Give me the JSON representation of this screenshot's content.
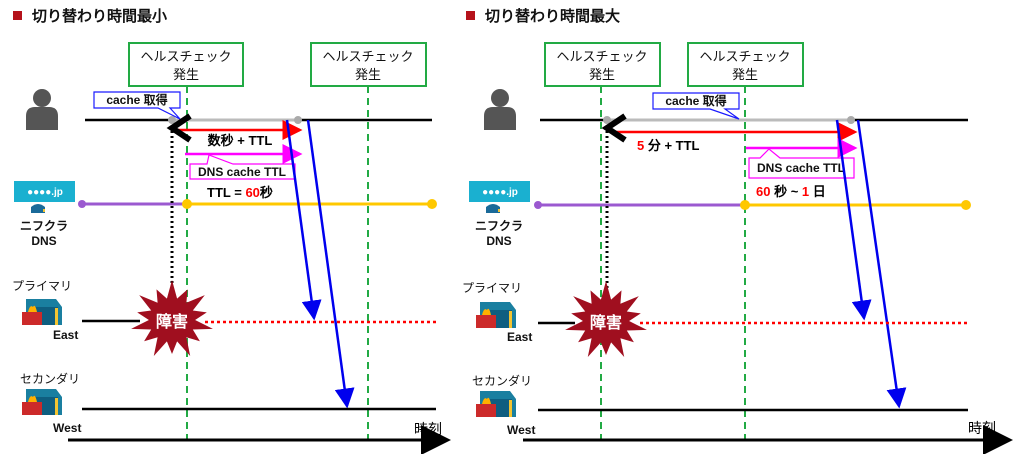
{
  "panels": [
    {
      "title": "切り替わり時間最小",
      "healthcheck": [
        "ヘルスチェック",
        "発生"
      ],
      "cache_callout": "cache 取得",
      "red_arrow_label": {
        "prefix": "",
        "num": "",
        "text": "数秒 + TTL"
      },
      "dns_cache_callout": "DNS cache TTL",
      "ttl_label": {
        "prefix": "TTL = ",
        "num": "60",
        "suffix": "秒"
      },
      "dns_icon_text": "●●●●.jp",
      "dns_label": [
        "ニフクラ",
        "DNS"
      ],
      "primary": "プライマリ",
      "primary_region": "East",
      "failure": "障害",
      "secondary": "セカンダリ",
      "secondary_region": "West",
      "time_axis": "時刻"
    },
    {
      "title": "切り替わり時間最大",
      "healthcheck": [
        "ヘルスチェック",
        "発生"
      ],
      "cache_callout": "cache 取得",
      "red_arrow_label": {
        "num": "5",
        "text": " 分 + TTL"
      },
      "dns_cache_callout": "DNS cache TTL",
      "ttl_label": {
        "num1": "60",
        "mid": " 秒 ~ ",
        "num2": "1",
        "suffix": " 日"
      },
      "dns_icon_text": "●●●●.jp",
      "dns_label": [
        "ニフクラ",
        "DNS"
      ],
      "primary": "プライマリ",
      "primary_region": "East",
      "failure": "障害",
      "secondary": "セカンダリ",
      "secondary_region": "West",
      "time_axis": "時刻"
    }
  ],
  "colors": {
    "title_marker": "#b5121b",
    "healthcheck": "#22aa44",
    "cache_callout": "#1a1aff",
    "red_arrow": "#ff0000",
    "magenta": "#ff00ff",
    "purple": "#9b59d0",
    "yellow": "#ffc800",
    "blue": "#0000ee",
    "failure": "#a00f1f"
  }
}
